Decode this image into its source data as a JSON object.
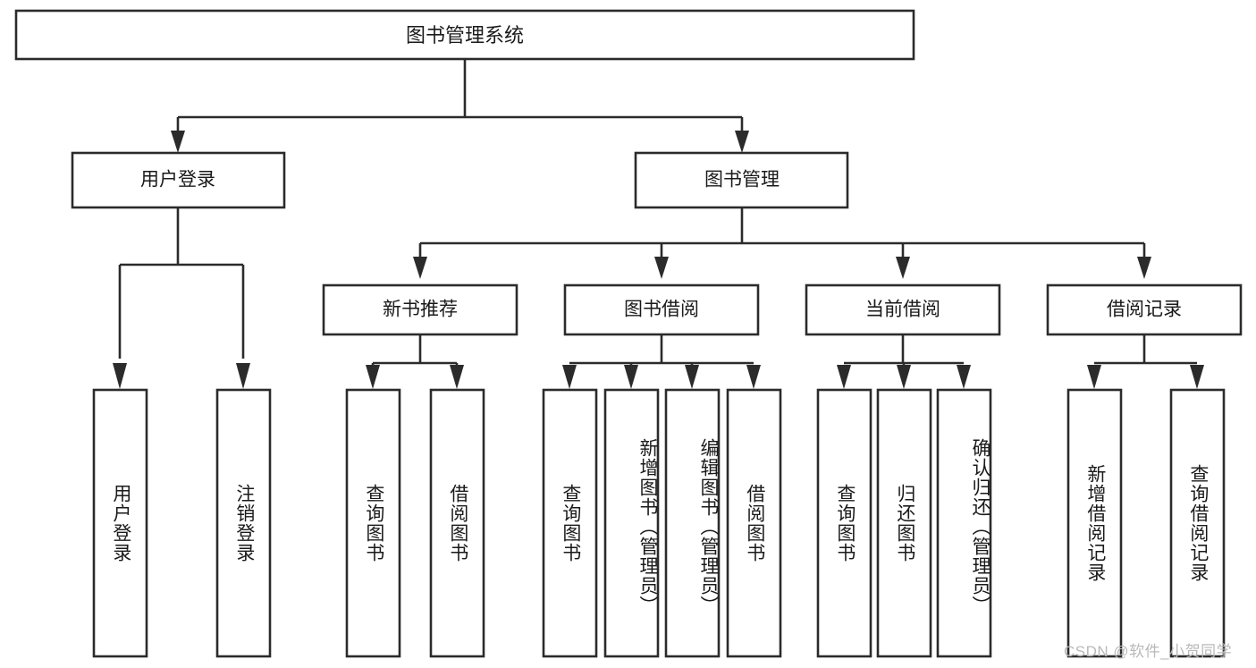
{
  "diagram": {
    "type": "tree",
    "title": "图书管理系统",
    "orientation": "top-down",
    "colors": {
      "box_stroke": "#2b2b2b",
      "box_fill": "#ffffff",
      "text": "#1a1a1a",
      "connector": "#2b2b2b",
      "watermark": "#b9b9b9",
      "background": "#ffffff"
    },
    "root": {
      "label": "图书管理系统"
    },
    "level2": [
      {
        "label": "用户登录"
      },
      {
        "label": "图书管理"
      }
    ],
    "level3": [
      {
        "label": "新书推荐"
      },
      {
        "label": "图书借阅"
      },
      {
        "label": "当前借阅"
      },
      {
        "label": "借阅记录"
      }
    ],
    "leaves": {
      "user_login": [
        {
          "label": "用户登录"
        },
        {
          "label": "注销登录"
        }
      ],
      "new_book_recommend": [
        {
          "label": "查询图书"
        },
        {
          "label": "借阅图书"
        }
      ],
      "book_borrow": [
        {
          "label": "查询图书"
        },
        {
          "label": "新增图书（管理员）"
        },
        {
          "label": "编辑图书（管理员）"
        },
        {
          "label": "借阅图书"
        }
      ],
      "current_borrow": [
        {
          "label": "查询图书"
        },
        {
          "label": "归还图书"
        },
        {
          "label": "确认归还（管理员）"
        }
      ],
      "borrow_record": [
        {
          "label": "新增借阅记录"
        },
        {
          "label": "查询借阅记录"
        }
      ]
    },
    "watermark": "CSDN @软件_小贺同学"
  }
}
